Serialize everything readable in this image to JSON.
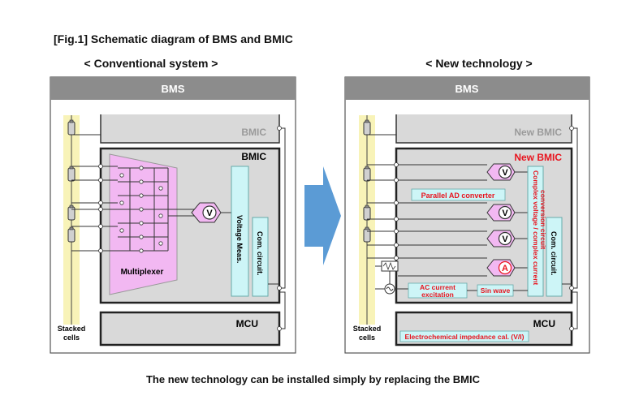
{
  "figure": {
    "title": "[Fig.1] Schematic diagram of BMS and BMIC",
    "caption": "The new technology can be installed simply by replacing the BMIC"
  },
  "conventional": {
    "heading": "< Conventional system >",
    "bms_label": "BMS",
    "bmic_top_label": "BMIC",
    "bmic_label": "BMIC",
    "multiplexer_label": "Multiplexer",
    "voltage_meas_label": "Voltage Meas.",
    "com_circuit_label": "Com. circuit.",
    "mcu_label": "MCU",
    "stacked_cells_label": [
      "Stacked",
      "cells"
    ],
    "v_symbol": "V"
  },
  "new_technology": {
    "heading": "< New technology >",
    "bms_label": "BMS",
    "bmic_top_label": "New BMIC",
    "bmic_label": "New BMIC",
    "parallel_ad_label": "Parallel AD converter",
    "conversion_label": [
      "Complex voltage / complex current",
      "conversion circuit"
    ],
    "com_circuit_label": "Com. circuit.",
    "ac_current_label": [
      "AC current",
      "excitation"
    ],
    "sin_wave_label": "Sin wave",
    "mcu_label": "MCU",
    "eis_label": "Electrochemical  impedance cal. (V/I)",
    "stacked_cells_label": [
      "Stacked",
      "cells"
    ],
    "v_symbol": "V",
    "a_symbol": "A"
  },
  "colors": {
    "header_gray": "#8c8c8c",
    "box_gray": "#d9d9d9",
    "multiplexer_pink": "#f2b8f2",
    "cyan_box": "#cdf5f7",
    "highlight_red": "#e8141e",
    "arrow_blue": "#5b9bd5",
    "cell_strip_yellow": "#f8f3b8"
  }
}
